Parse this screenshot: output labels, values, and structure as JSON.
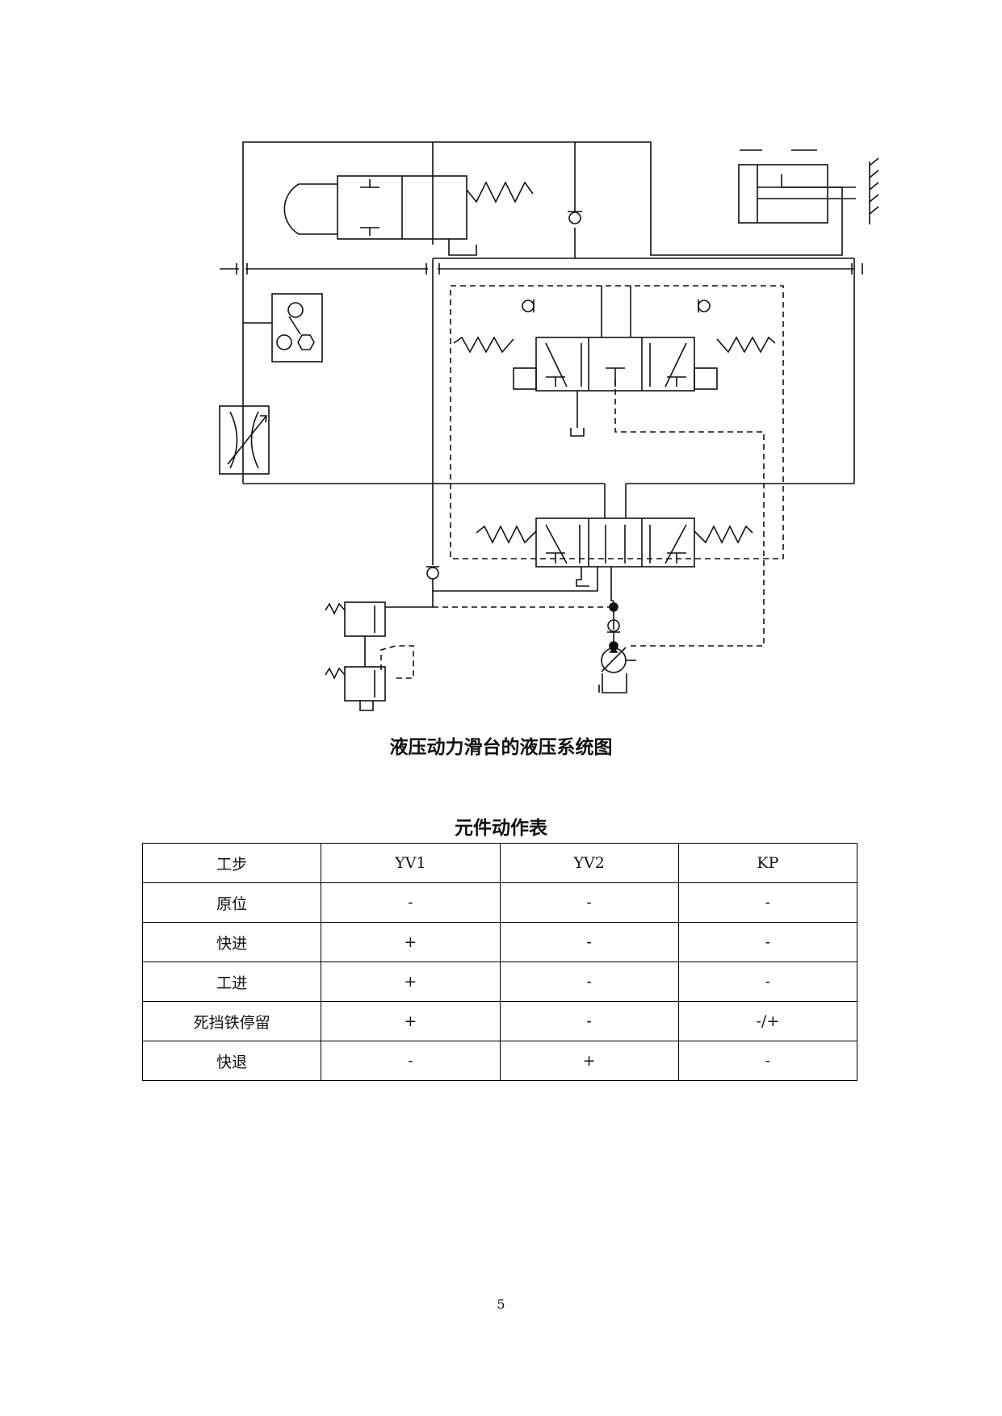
{
  "figure": {
    "caption": "液压动力滑台的液压系统图"
  },
  "table": {
    "caption": "元件动作表",
    "header": [
      "工步",
      "YV1",
      "YV2",
      "KP"
    ],
    "rows": [
      [
        "原位",
        "-",
        "-",
        "-"
      ],
      [
        "快进",
        "+",
        "-",
        "-"
      ],
      [
        "工进",
        "+",
        "-",
        "-"
      ],
      [
        "死挡铁停留",
        "+",
        "-",
        "-/+"
      ],
      [
        "快退",
        "-",
        "+",
        "-"
      ]
    ]
  },
  "page": {
    "number": "5"
  }
}
